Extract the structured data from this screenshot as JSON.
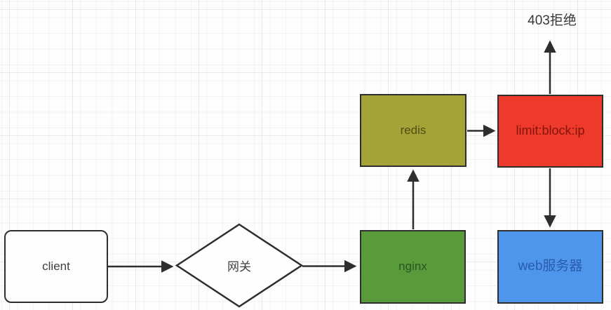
{
  "diagram": {
    "type": "flowchart",
    "background": "grid",
    "nodes": [
      {
        "id": "client",
        "label": "client",
        "shape": "rounded-rect",
        "fill": "#fdfdfd",
        "text_color": "#3f3f3f"
      },
      {
        "id": "gateway",
        "label": "网关",
        "shape": "diamond",
        "fill": "#fefefe",
        "text_color": "#3f3f3f"
      },
      {
        "id": "nginx",
        "label": "nginx",
        "shape": "rect",
        "fill": "#599a3a",
        "text_color": "#2a5721"
      },
      {
        "id": "redis",
        "label": "redis",
        "shape": "rect",
        "fill": "#a5a338",
        "text_color": "#4f4d13"
      },
      {
        "id": "limit",
        "label": "limit:block:ip",
        "shape": "rect",
        "fill": "#ee3a2b",
        "text_color": "#841409"
      },
      {
        "id": "web",
        "label": "web服务器",
        "shape": "rect",
        "fill": "#4e95ec",
        "text_color": "#2a5cab"
      }
    ],
    "annotations": [
      {
        "id": "reject",
        "label": "403拒绝",
        "text_color": "#383838"
      }
    ],
    "edges": [
      {
        "from": "client",
        "to": "gateway",
        "direction": "right"
      },
      {
        "from": "gateway",
        "to": "nginx",
        "direction": "right"
      },
      {
        "from": "nginx",
        "to": "redis",
        "direction": "up"
      },
      {
        "from": "redis",
        "to": "limit",
        "direction": "right"
      },
      {
        "from": "limit",
        "to": "reject",
        "direction": "up"
      },
      {
        "from": "limit",
        "to": "web",
        "direction": "down"
      }
    ],
    "colors": {
      "stroke": "#2e2e2e",
      "grid_line": "#ededed",
      "canvas_bg": "#fdfdfd"
    }
  }
}
